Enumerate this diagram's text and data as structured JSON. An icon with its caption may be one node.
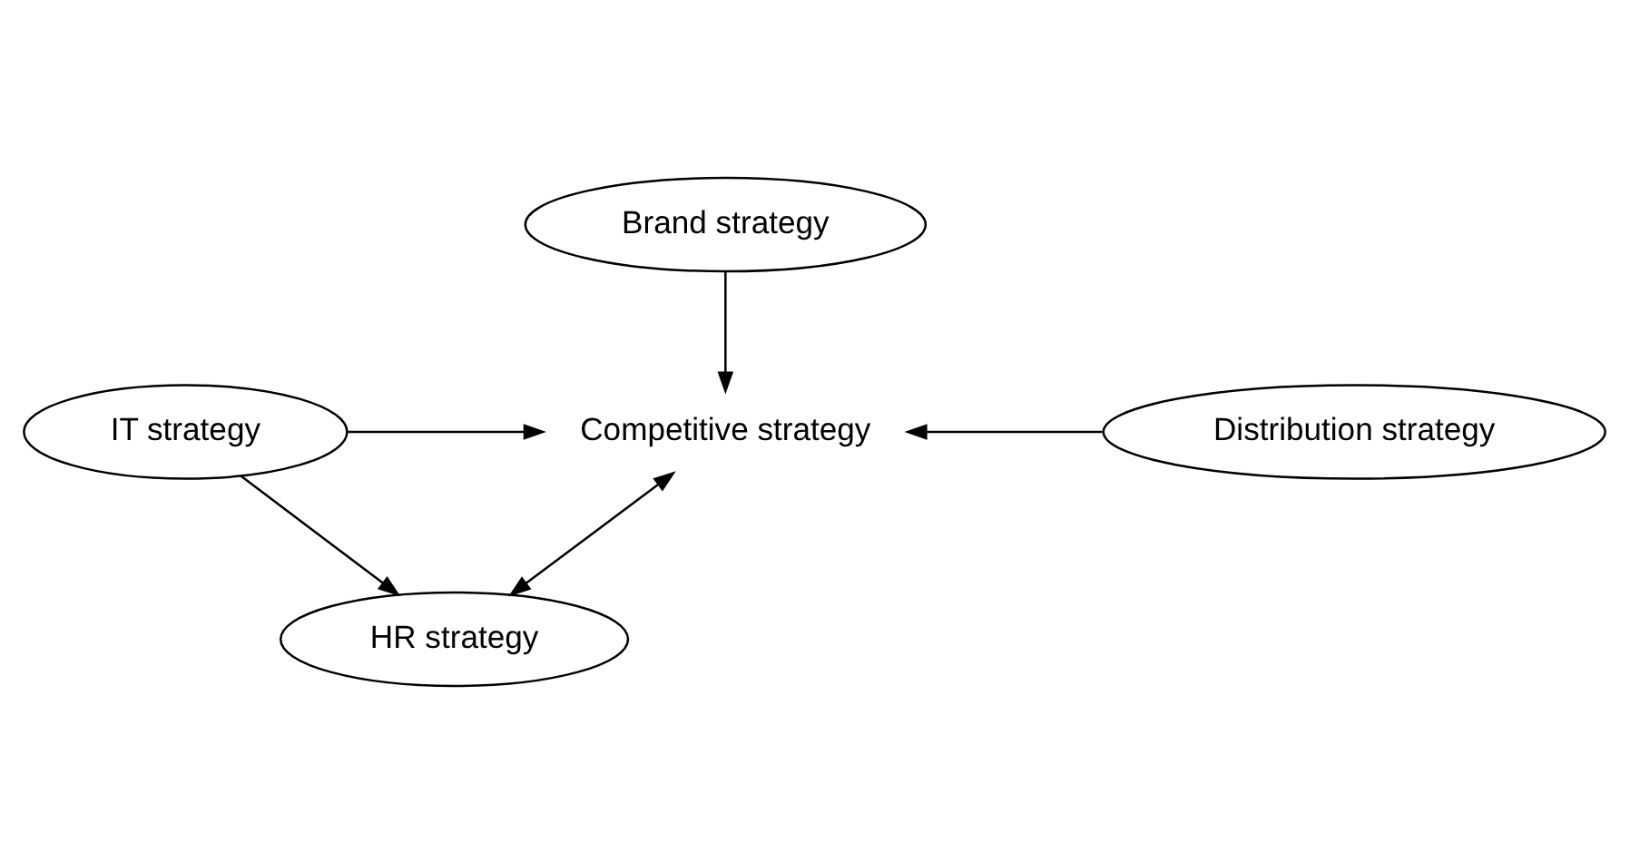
{
  "diagram": {
    "nodes": [
      {
        "text": [
          "Brand strategy"
        ]
      },
      {
        "text": [
          "IT strategy"
        ]
      },
      {
        "text": [
          "Competitive strategy"
        ]
      },
      {
        "text": [
          "Distribution strategy"
        ]
      },
      {
        "text": [
          "HR strategy"
        ]
      }
    ],
    "edges": [
      {
        "from": 0,
        "to": 2,
        "arrow": "to"
      },
      {
        "from": 1,
        "to": 2,
        "arrow": "to"
      },
      {
        "from": 3,
        "to": 2,
        "arrow": "to"
      },
      {
        "from": 2,
        "to": 4,
        "arrow": "both"
      },
      {
        "from": 1,
        "to": 4,
        "arrow": "to"
      }
    ]
  }
}
